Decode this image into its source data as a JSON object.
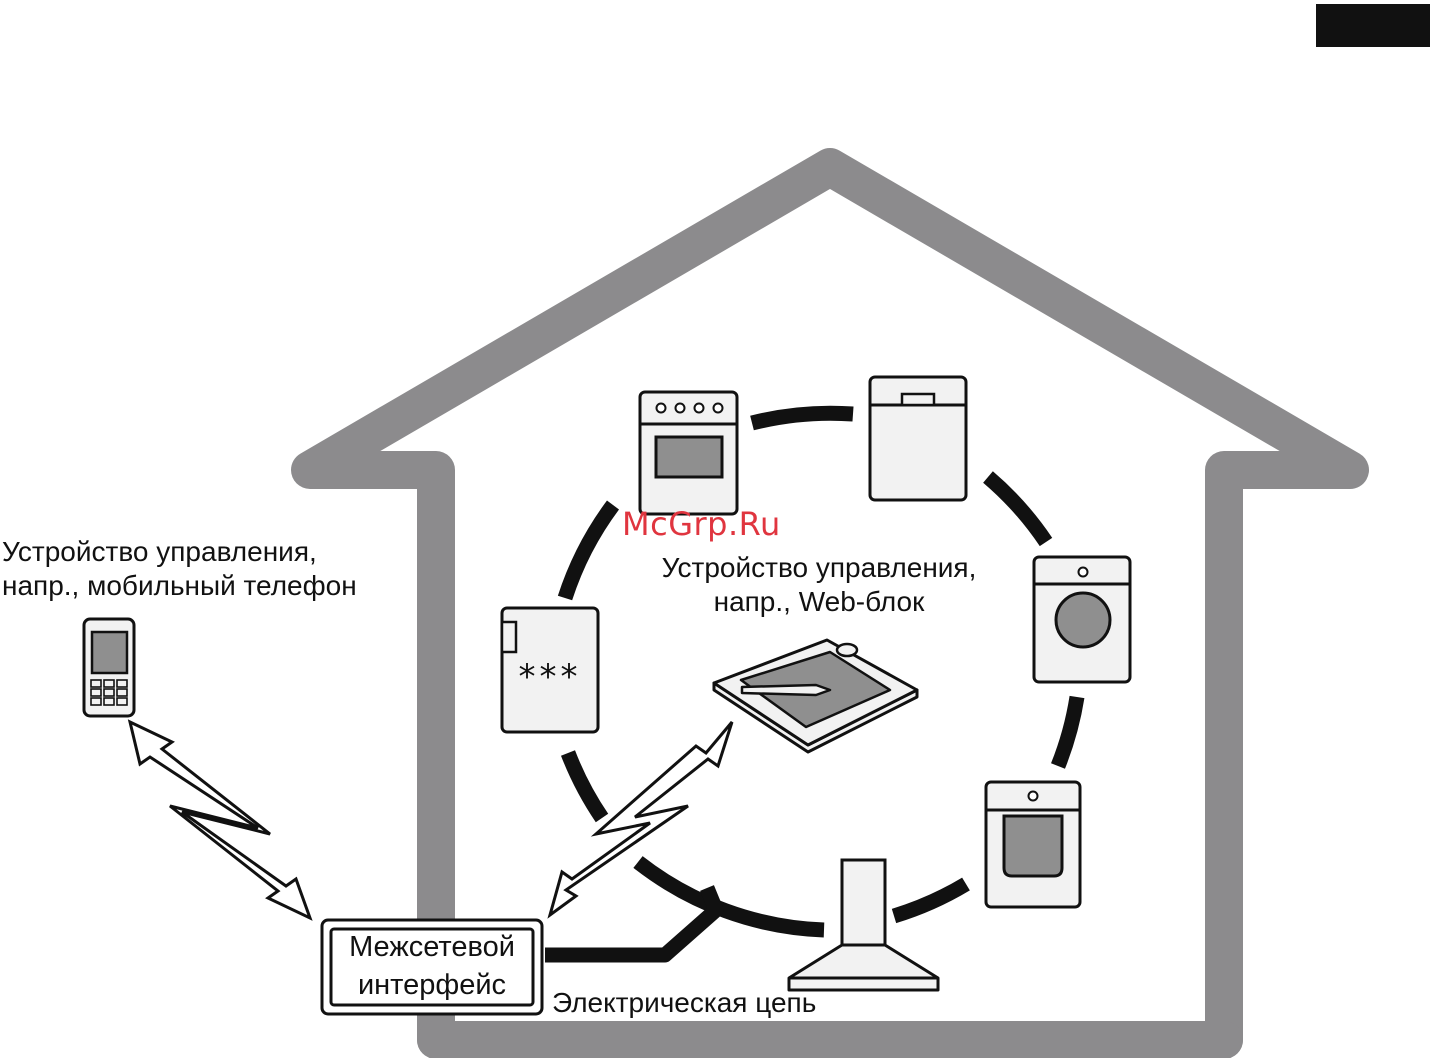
{
  "labels": {
    "phone": [
      "Устройство управления,",
      "напр., мобильный телефон"
    ],
    "webblock": [
      "Устройство управления,",
      "напр., Web-блок"
    ],
    "gateway": [
      "Межсетевой",
      "интерфейс"
    ],
    "circuit": "Электрическая цепь"
  },
  "watermark": "McGrp.Ru",
  "fridge_symbol": "***",
  "colors": {
    "house": "#8c8b8d",
    "appliance_fill": "#f2f2f2",
    "screen_fill": "#8f8f8f",
    "stroke": "#111111",
    "watermark": "#e0353f"
  }
}
